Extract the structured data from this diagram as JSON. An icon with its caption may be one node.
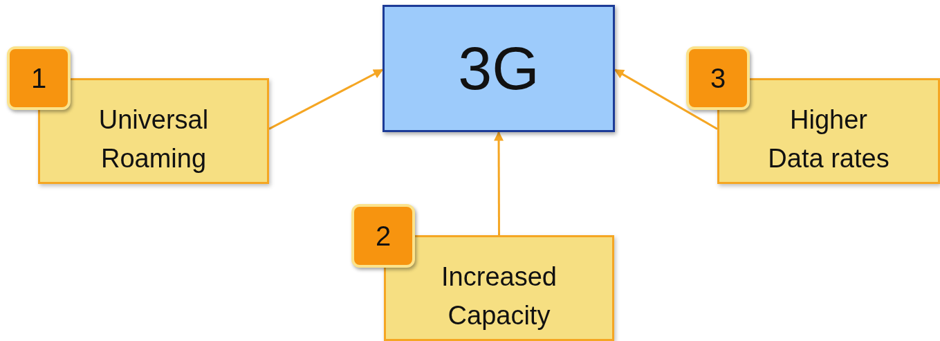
{
  "diagram": {
    "nodes": [
      {
        "text": [
          "3G"
        ]
      },
      {
        "text": [
          "1"
        ]
      },
      {
        "text": [
          "Universal Roaming"
        ]
      },
      {
        "text": [
          "3"
        ]
      },
      {
        "text": [
          "Higher Data rates"
        ]
      },
      {
        "text": [
          "2"
        ]
      },
      {
        "text": [
          "Increased Capacity"
        ]
      }
    ],
    "edges": [
      {
        "from": 2,
        "to": 0,
        "arrow": "to"
      },
      {
        "from": 6,
        "to": 0,
        "arrow": "to"
      },
      {
        "from": 4,
        "to": 0,
        "arrow": "to"
      }
    ]
  }
}
